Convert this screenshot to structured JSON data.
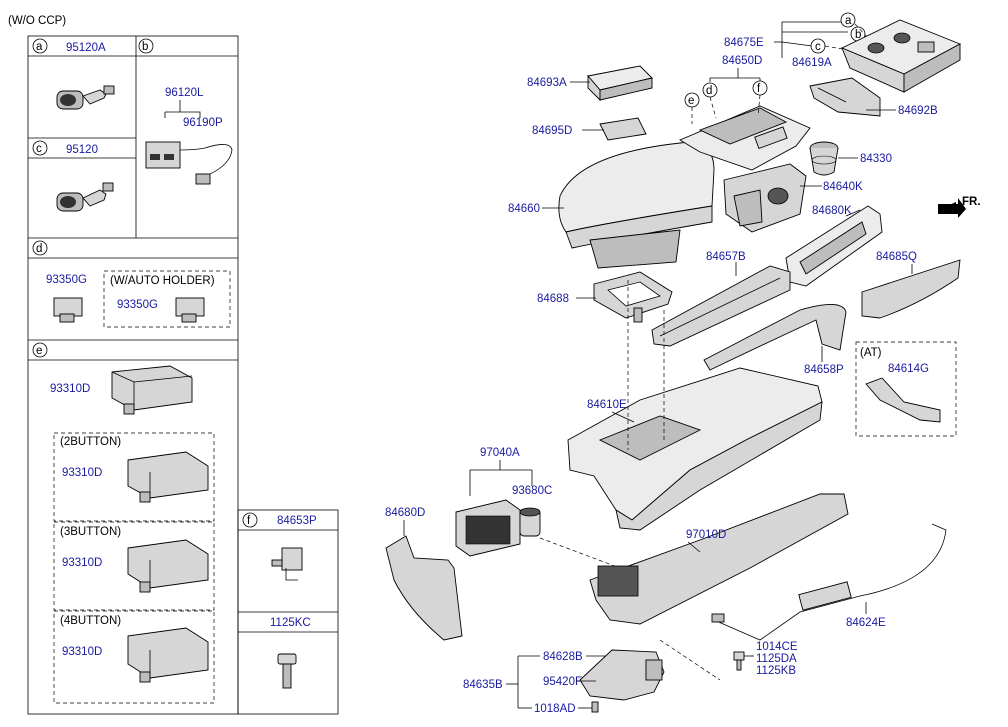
{
  "header": {
    "note": "(W/O CCP)"
  },
  "legend": {
    "a": {
      "letter": "a",
      "part": "95120A"
    },
    "b": {
      "letter": "b",
      "parts": [
        "96120L",
        "96190P"
      ]
    },
    "c": {
      "letter": "c",
      "part": "95120"
    },
    "d": {
      "letter": "d",
      "part": "93350G",
      "variant_label": "(W/AUTO HOLDER)",
      "variant_part": "93350G"
    },
    "e": {
      "letter": "e",
      "part": "93310D",
      "variants": [
        {
          "label": "(2BUTTON)",
          "part": "93310D"
        },
        {
          "label": "(3BUTTON)",
          "part": "93310D"
        },
        {
          "label": "(4BUTTON)",
          "part": "93310D"
        }
      ]
    },
    "f": {
      "letter": "f",
      "part": "84653P"
    },
    "screw": {
      "part": "1125KC"
    }
  },
  "callouts": {
    "p84693A": "84693A",
    "p84695D": "84695D",
    "p84660": "84660",
    "p84688": "84688",
    "p84650D": "84650D",
    "p84675E": "84675E",
    "p84619A": "84619A",
    "p84692B": "84692B",
    "p84330": "84330",
    "p84640K": "84640K",
    "p84680K": "84680K",
    "p84657B": "84657B",
    "p84685Q": "84685Q",
    "p84658P": "84658P",
    "at_label": "(AT)",
    "p84614G": "84614G",
    "p84610E": "84610E",
    "p97040A": "97040A",
    "p93680C": "93680C",
    "p84680D": "84680D",
    "p97010D": "97010D",
    "p84624E": "84624E",
    "p1014CE": "1014CE",
    "p1125DA": "1125DA",
    "p1125KB": "1125KB",
    "p84628B": "84628B",
    "p84635B": "84635B",
    "p95420F": "95420F",
    "p1018AD": "1018AD",
    "fr": "FR."
  },
  "letters": {
    "a": "a",
    "b": "b",
    "c": "c",
    "d": "d",
    "e": "e",
    "f": "f"
  }
}
